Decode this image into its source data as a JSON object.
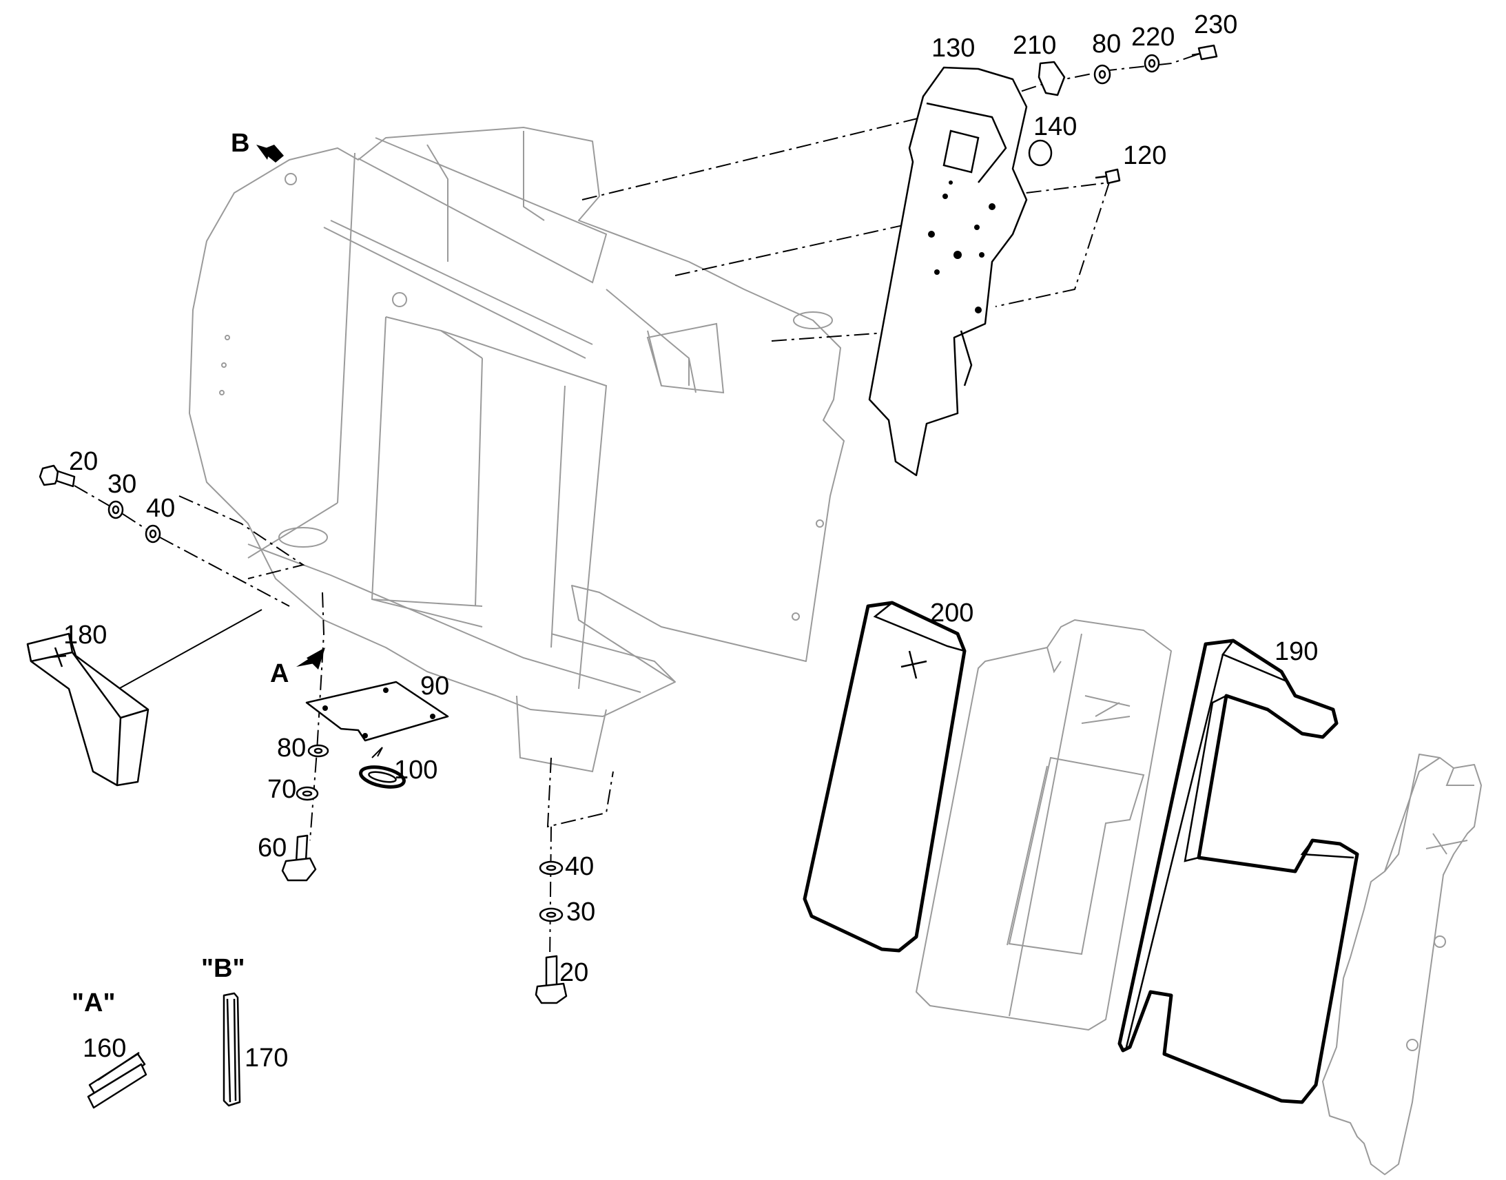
{
  "callouts": {
    "p130": "130",
    "p210": "210",
    "p80_top": "80",
    "p220": "220",
    "p230": "230",
    "p140": "140",
    "p120": "120",
    "p20_left": "20",
    "p30_left": "30",
    "p40_left": "40",
    "p180": "180",
    "p90": "90",
    "p100": "100",
    "p80_bottom": "80",
    "p70": "70",
    "p60": "60",
    "p40_right": "40",
    "p30_right": "30",
    "p20_right": "20",
    "p200": "200",
    "p190": "190",
    "p160": "160",
    "p170": "170"
  },
  "markers": {
    "view_a": "A",
    "view_b": "B",
    "detail_a": "\"A\"",
    "detail_b": "\"B\""
  }
}
